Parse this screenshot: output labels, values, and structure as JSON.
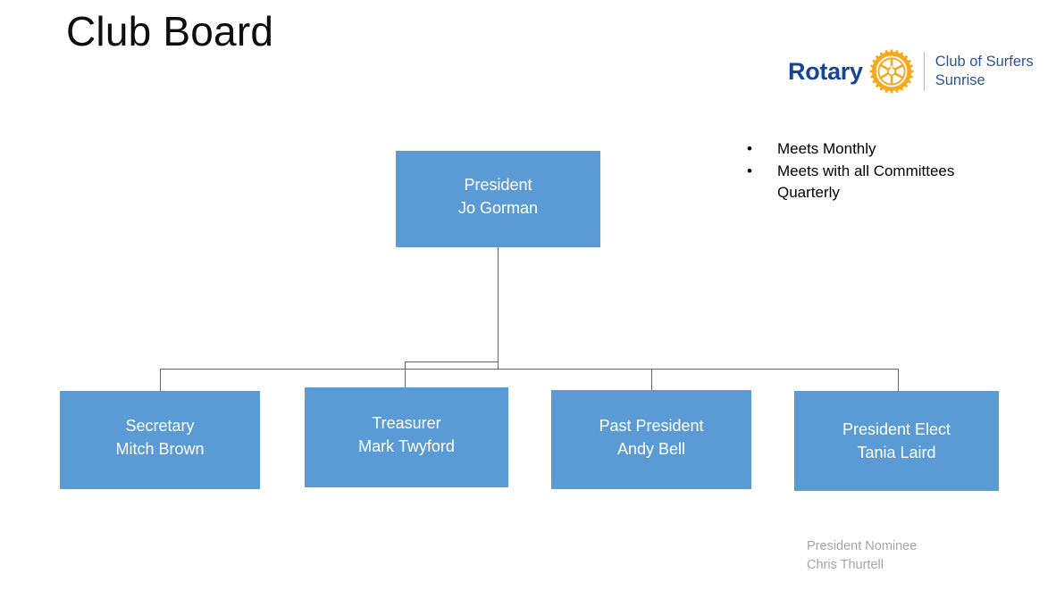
{
  "page": {
    "title": "Club Board"
  },
  "logo": {
    "wordmark": "Rotary",
    "club_name": "Club of Surfers\nSunrise",
    "wheel_icon": "rotary-wheel-icon",
    "wordmark_color": "#17458F",
    "club_name_color": "#2C5697",
    "wheel_color": "#F7A81B"
  },
  "meeting_notes": {
    "bullet_glyph": "•",
    "items": [
      "Meets Monthly",
      "Meets with all Committees Quarterly"
    ]
  },
  "org_chart": {
    "box_color": "#5B9BD5",
    "text_color": "#FFFFFF",
    "connector_color": "#41719C",
    "root": {
      "role": "President",
      "person": "Jo Gorman"
    },
    "children": [
      {
        "role": "Secretary",
        "person": "Mitch Brown"
      },
      {
        "role": "Treasurer",
        "person": "Mark Twyford"
      },
      {
        "role": "Past President",
        "person": "Andy Bell"
      },
      {
        "role": "President Elect",
        "person": "Tania Laird"
      }
    ]
  },
  "footer": {
    "note": "President  Nominee\nChris Thurtell",
    "note_color": "#A6A6A6"
  }
}
